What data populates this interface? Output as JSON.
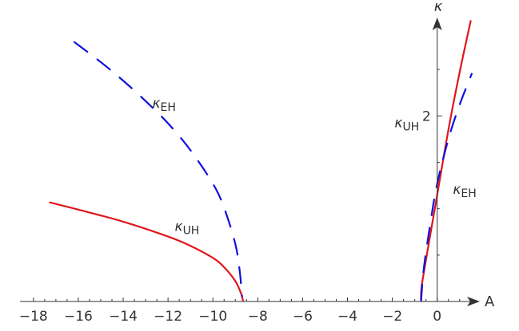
{
  "chart_data": {
    "type": "line",
    "xlabel": "A",
    "ylabel": "κ",
    "xlim": [
      -18.6,
      1.9
    ],
    "ylim": [
      0,
      3.06
    ],
    "x_ticks": [
      -18,
      -16,
      -14,
      -12,
      -10,
      -8,
      -6,
      -4,
      -2,
      0
    ],
    "x_tick_labels": [
      "−18",
      "−16",
      "−14",
      "−12",
      "−10",
      "−8",
      "−6",
      "−4",
      "−2",
      "0"
    ],
    "y_ticks": [
      2
    ],
    "y_tick_labels": [
      "2"
    ],
    "grid": false,
    "legend": "none",
    "series": [
      {
        "color": "#e0161c",
        "style": "solid",
        "points": [
          [
            -17.3,
            1.07
          ],
          [
            -16,
            0.99
          ],
          [
            -14,
            0.86
          ],
          [
            -12,
            0.7
          ],
          [
            -11,
            0.6
          ],
          [
            -10,
            0.47
          ],
          [
            -9.5,
            0.37
          ],
          [
            -9,
            0.22
          ],
          [
            -8.75,
            0.09
          ],
          [
            -8.65,
            0
          ]
        ]
      },
      {
        "color": "#e0161c",
        "style": "solid",
        "points": [
          [
            -0.72,
            0
          ],
          [
            -0.7,
            0.15
          ],
          [
            -0.5,
            0.45
          ],
          [
            0,
            1.15
          ],
          [
            0.5,
            1.85
          ],
          [
            1,
            2.47
          ],
          [
            1.5,
            3.03
          ]
        ]
      },
      {
        "color": "#1010e0",
        "style": "dashed",
        "points": [
          [
            -16.2,
            2.8
          ],
          [
            -15,
            2.58
          ],
          [
            -14,
            2.38
          ],
          [
            -13,
            2.16
          ],
          [
            -12,
            1.92
          ],
          [
            -11,
            1.63
          ],
          [
            -10,
            1.27
          ],
          [
            -9.5,
            1.01
          ],
          [
            -9,
            0.62
          ],
          [
            -8.8,
            0.32
          ],
          [
            -8.7,
            0.05
          ]
        ]
      },
      {
        "color": "#1010e0",
        "style": "dashed",
        "points": [
          [
            -0.72,
            0
          ],
          [
            -0.6,
            0.35
          ],
          [
            -0.3,
            0.85
          ],
          [
            0,
            1.27
          ],
          [
            0.5,
            1.75
          ],
          [
            1,
            2.12
          ],
          [
            1.55,
            2.46
          ]
        ]
      }
    ],
    "annotations": [
      {
        "main": "κ",
        "sub": "EH",
        "x": -12.7,
        "y": 2.09
      },
      {
        "main": "κ",
        "sub": "UH",
        "x": -11.7,
        "y": 0.76
      },
      {
        "main": "κ",
        "sub": "UH",
        "x": -1.9,
        "y": 1.88
      },
      {
        "main": "κ",
        "sub": "EH",
        "x": 0.7,
        "y": 1.16
      }
    ]
  }
}
